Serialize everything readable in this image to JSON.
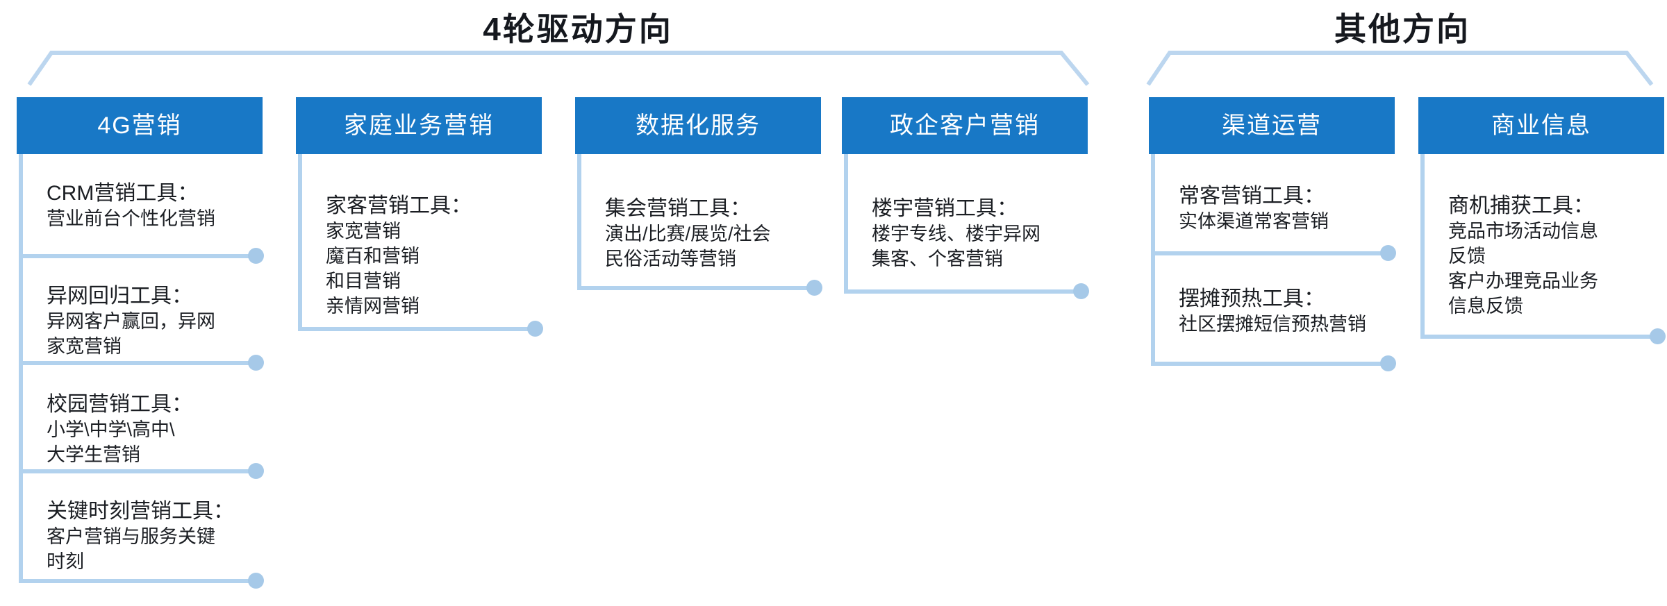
{
  "colors": {
    "header_blue": "#1878c6",
    "connector_blue": "#b2d2ee",
    "dot_blue": "#a6c9e8",
    "title_text": "#15181e",
    "body_text": "#1b1e23"
  },
  "sections": [
    {
      "title": "4轮驱动方向"
    },
    {
      "title": "其他方向"
    }
  ],
  "columns": [
    {
      "header": "4G营销",
      "items": [
        {
          "name": "CRM营销工具：",
          "lines": [
            "营业前台个性化营销"
          ]
        },
        {
          "name": "异网回归工具：",
          "lines": [
            "异网客户赢回，异网",
            "家宽营销"
          ]
        },
        {
          "name": "校园营销工具：",
          "lines": [
            "小学\\中学\\高中\\",
            "大学生营销"
          ]
        },
        {
          "name": "关键时刻营销工具：",
          "lines": [
            "客户营销与服务关键",
            "时刻"
          ]
        }
      ]
    },
    {
      "header": "家庭业务营销",
      "items": [
        {
          "name": "家客营销工具：",
          "lines": [
            "家宽营销",
            "魔百和营销",
            "和目营销",
            "亲情网营销"
          ]
        }
      ]
    },
    {
      "header": "数据化服务",
      "items": [
        {
          "name": "集会营销工具：",
          "lines": [
            "演出/比赛/展览/社会",
            "民俗活动等营销"
          ]
        }
      ]
    },
    {
      "header": "政企客户营销",
      "items": [
        {
          "name": "楼宇营销工具：",
          "lines": [
            "楼宇专线、楼宇异网",
            "集客、个客营销"
          ]
        }
      ]
    },
    {
      "header": "渠道运营",
      "items": [
        {
          "name": "常客营销工具：",
          "lines": [
            "实体渠道常客营销"
          ]
        },
        {
          "name": "摆摊预热工具：",
          "lines": [
            "社区摆摊短信预热营销"
          ]
        }
      ]
    },
    {
      "header": "商业信息",
      "items": [
        {
          "name": "商机捕获工具：",
          "lines": [
            "竞品市场活动信息",
            "反馈",
            "客户办理竞品业务",
            "信息反馈"
          ]
        }
      ]
    }
  ]
}
